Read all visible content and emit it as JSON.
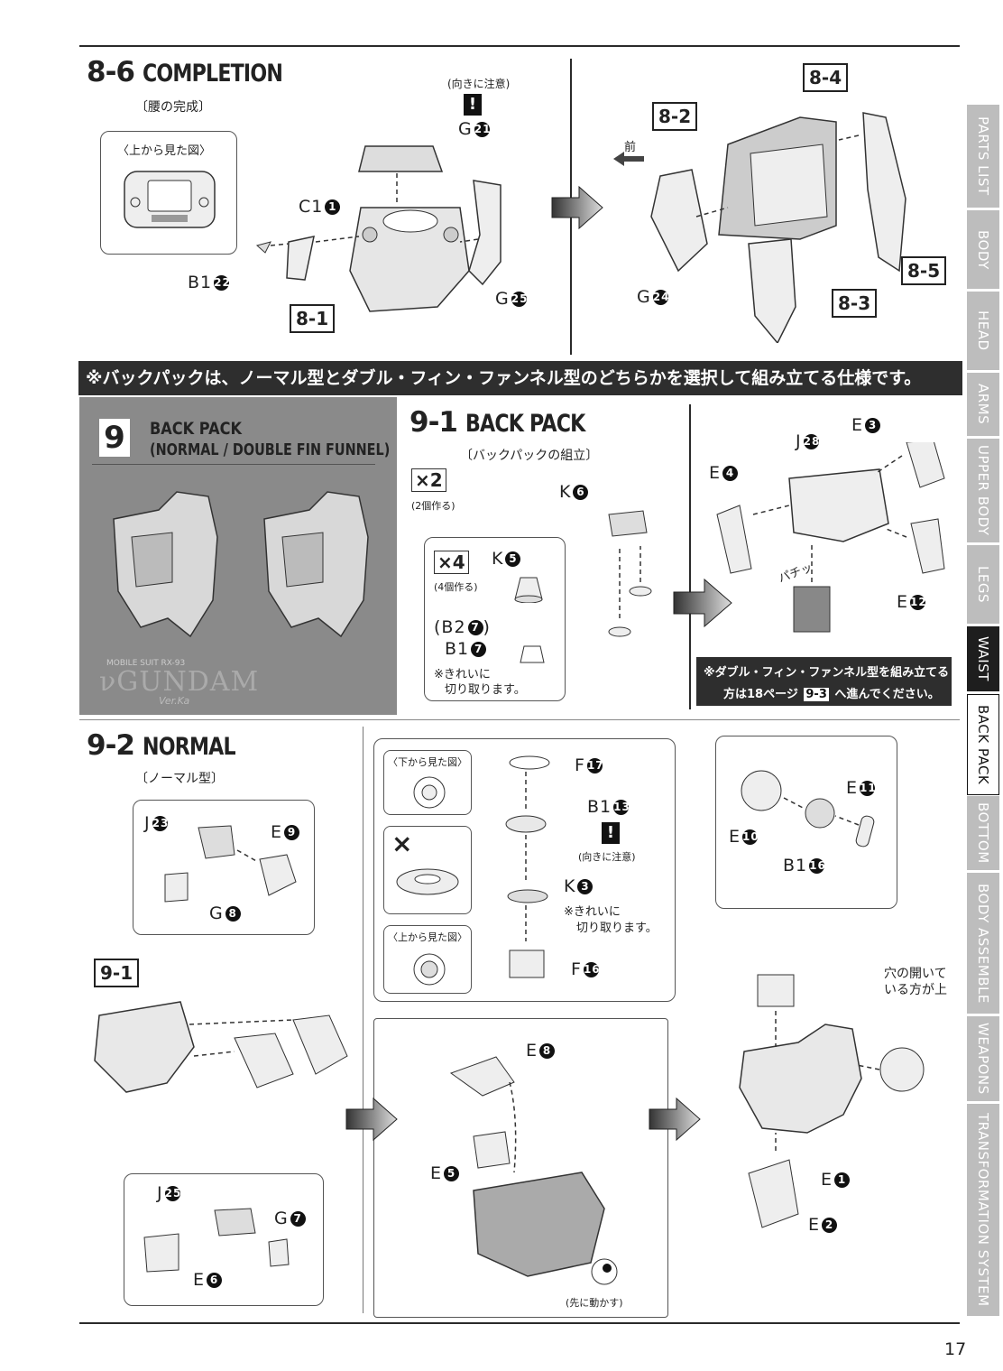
{
  "s86": {
    "num": "8-6",
    "title": "COMPLETION",
    "sub": "〔腰の完成〕",
    "topview": "〈上から見た図〉",
    "caution": "(向きに注意)",
    "g21": "G",
    "c1": "C1",
    "b1": "B1",
    "g25": "G"
  },
  "refs": {
    "r81": "8-1",
    "r82": "8-2",
    "r83": "8-3",
    "r84": "8-4",
    "r85": "8-5",
    "r91": "9-1"
  },
  "s86b": {
    "front": "前",
    "g24": "G"
  },
  "banner": "※バックパックは、ノーマル型とダブル・フィン・ファンネル型のどちらかを選択して組み立てる仕様です。",
  "s9": {
    "num": "9",
    "title1": "BACK PACK",
    "title2": "(NORMAL / DOUBLE FIN FUNNEL)",
    "logo_small": "MOBILE SUIT RX-93",
    "logo": "GUNDAM",
    "logo_ver": "Ver.Ka"
  },
  "s91": {
    "num": "9-1",
    "title": "BACK PACK",
    "sub": "〔バックパックの組立〕",
    "x2": "×2",
    "x2note": "(2個作る)",
    "x4": "×4",
    "x4note": "(4個作る)",
    "k5": "K",
    "k6": "K",
    "b2": "(B2",
    "b1": "B1",
    "cut1": "※きれいに",
    "cut2": "切り取ります。",
    "j28": "J",
    "e3": "E",
    "e4": "E",
    "e12": "E",
    "pachi": "パチッ",
    "note1": "※ダブル・フィン・ファンネル型を組み立てる",
    "note2_a": "方は18ページ",
    "note2_ref": "9-3",
    "note2_b": "へ進んでください。"
  },
  "s92": {
    "num": "9-2",
    "title": "NORMAL",
    "sub": "〔ノーマル型〕",
    "j23": "J",
    "e9": "E",
    "g8": "G",
    "j25": "J",
    "g7": "G",
    "e6": "E",
    "f17": "F",
    "b13": "B1",
    "k3": "K",
    "f16": "F",
    "bottomview": "〈下から見た図〉",
    "topview": "〈上から見た図〉",
    "caution": "(向きに注意)",
    "cut1": "※きれいに",
    "cut2": "切り取ります。",
    "e8": "E",
    "e5": "E",
    "movefirst": "(先に動かす)",
    "e10": "E",
    "e11": "E",
    "b16": "B1",
    "hole1": "穴の開いて",
    "hole2": "いる方が上",
    "e1": "E",
    "e2": "E"
  },
  "circled": {
    "c21": "21",
    "c1": "1",
    "c22": "22",
    "c25": "25",
    "c24": "24",
    "c7": "7",
    "c6": "6",
    "c5": "5",
    "c28": "28",
    "c3": "3",
    "c4": "4",
    "c12": "12",
    "c23": "23",
    "c9": "9",
    "c8": "8",
    "c17": "17",
    "c13": "13",
    "c16": "16",
    "c10": "10",
    "c11": "11",
    "c2": "2",
    "c1b": "1",
    "c5b": "5"
  },
  "tabs": [
    "PARTS LIST",
    "BODY",
    "HEAD",
    "ARMS",
    "UPPER BODY",
    "LEGS",
    "WAIST",
    "BACK PACK",
    "BOTTOM",
    "BODY ASSEMBLE",
    "WEAPONS",
    "TRANSFORMATION SYSTEM"
  ],
  "page": "17"
}
